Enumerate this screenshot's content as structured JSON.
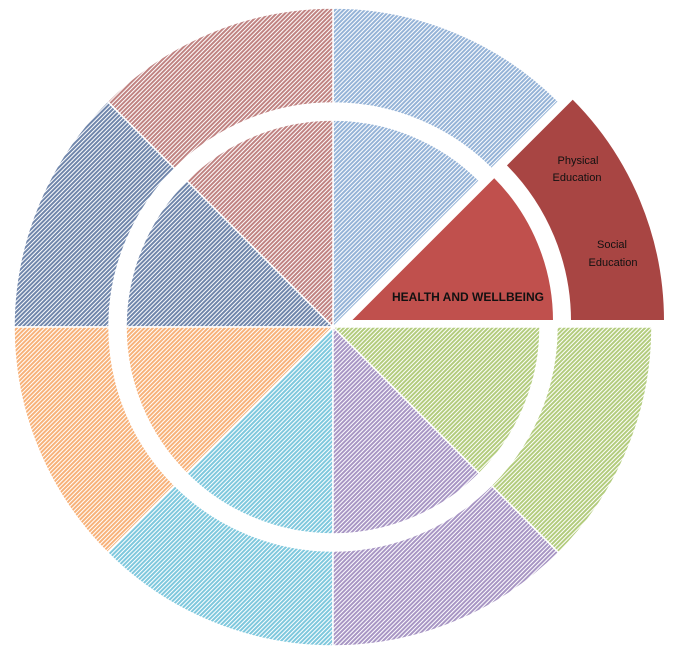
{
  "diagram": {
    "highlight": {
      "label": "HEALTH AND WELLBEING",
      "ring_labels": [
        "Physical",
        "Education",
        "Social",
        "Education"
      ],
      "inner_color": "#c0504d",
      "outer_color": "#a84543"
    },
    "segments": [
      {
        "name": "health-and-wellbeing",
        "color": "#c0504d",
        "highlighted": true
      },
      {
        "name": "blue",
        "color": "#95b3d7"
      },
      {
        "name": "red",
        "color": "#c08382"
      },
      {
        "name": "dark-blue",
        "color": "#7086ab"
      },
      {
        "name": "orange",
        "color": "#f7b27a"
      },
      {
        "name": "cyan",
        "color": "#7fc8dd"
      },
      {
        "name": "purple",
        "color": "#a896c4"
      },
      {
        "name": "green",
        "color": "#b3cc7e"
      }
    ]
  }
}
